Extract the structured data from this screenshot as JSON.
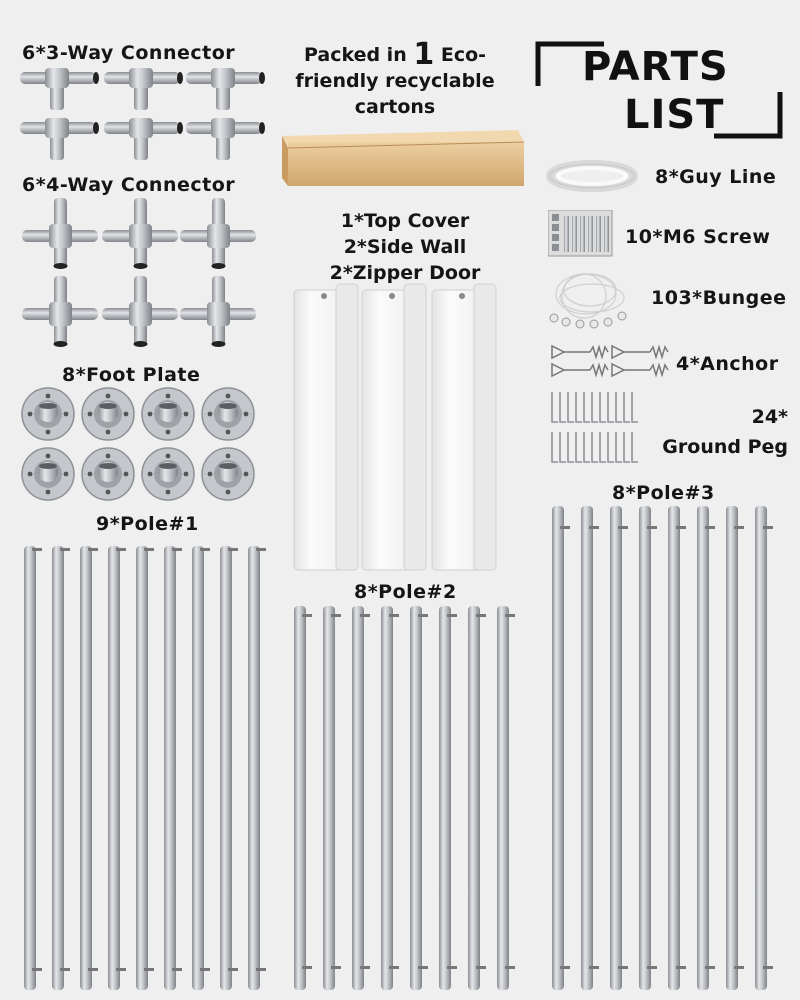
{
  "parts_list": {
    "heading_line1": "PARTS",
    "heading_line2": "LIST"
  },
  "packaging": {
    "line1_prefix": "Packed in",
    "count": "1",
    "line1_suffix": "Eco-",
    "line2": "friendly recyclable",
    "line3": "cartons"
  },
  "fabric": {
    "top_cover": "1*Top Cover",
    "side_wall": "2*Side Wall",
    "zipper_door": "2*Zipper Door"
  },
  "connectors": {
    "three_way": "6*3-Way Connector",
    "four_way": "6*4-Way Connector",
    "foot_plate": "8*Foot Plate"
  },
  "accessories": {
    "guy_line": "8*Guy Line",
    "screw": "10*M6 Screw",
    "bungee": "103*Bungee",
    "anchor": "4*Anchor",
    "peg_count": "24*",
    "peg_name": "Ground Peg"
  },
  "poles": {
    "pole1": "9*Pole#1",
    "pole2": "8*Pole#2",
    "pole3": "8*Pole#3"
  },
  "colors": {
    "background": "#efefef",
    "metal": "#b9bcc0",
    "carton": "#e2c08f",
    "fabric": "#f7f7f7"
  }
}
